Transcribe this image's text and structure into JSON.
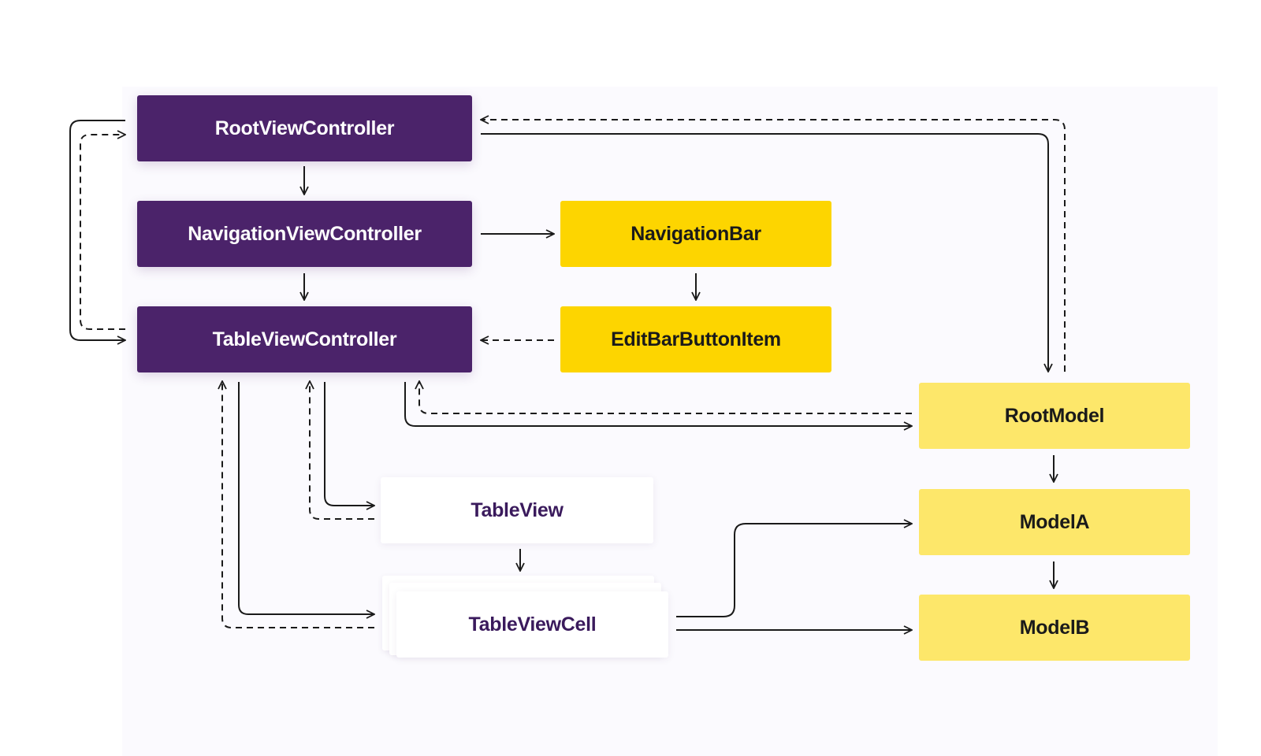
{
  "colors": {
    "controller": "#4b236a",
    "view_item": "#fdd500",
    "model": "#fde76a",
    "view": "#ffffff",
    "view_text": "#3a1a5c",
    "connector": "#1a1a1a"
  },
  "nodes": {
    "root_view_controller": "RootViewController",
    "navigation_view_controller": "NavigationViewController",
    "table_view_controller": "TableViewController",
    "navigation_bar": "NavigationBar",
    "edit_bar_button_item": "EditBarButtonItem",
    "root_model": "RootModel",
    "model_a": "ModelA",
    "model_b": "ModelB",
    "table_view": "TableView",
    "table_view_cell": "TableViewCell"
  },
  "connectors": [
    {
      "from": "RootViewController",
      "to": "NavigationViewController",
      "style": "solid"
    },
    {
      "from": "NavigationViewController",
      "to": "TableViewController",
      "style": "solid"
    },
    {
      "from": "NavigationViewController",
      "to": "NavigationBar",
      "style": "solid"
    },
    {
      "from": "NavigationBar",
      "to": "EditBarButtonItem",
      "style": "solid"
    },
    {
      "from": "EditBarButtonItem",
      "to": "TableViewController",
      "style": "dashed"
    },
    {
      "from": "RootViewController",
      "to": "TableViewController",
      "style": "solid"
    },
    {
      "from": "TableViewController",
      "to": "RootViewController",
      "style": "dashed"
    },
    {
      "from": "RootViewController",
      "to": "RootModel",
      "style": "solid"
    },
    {
      "from": "RootModel",
      "to": "RootViewController",
      "style": "dashed"
    },
    {
      "from": "TableViewController",
      "to": "RootModel",
      "style": "solid"
    },
    {
      "from": "RootModel",
      "to": "TableViewController",
      "style": "dashed"
    },
    {
      "from": "TableViewController",
      "to": "TableView",
      "style": "solid"
    },
    {
      "from": "TableView",
      "to": "TableViewController",
      "style": "dashed"
    },
    {
      "from": "TableViewController",
      "to": "TableViewCell",
      "style": "solid"
    },
    {
      "from": "TableViewCell",
      "to": "TableViewController",
      "style": "dashed"
    },
    {
      "from": "TableView",
      "to": "TableViewCell",
      "style": "solid"
    },
    {
      "from": "RootModel",
      "to": "ModelA",
      "style": "solid"
    },
    {
      "from": "ModelA",
      "to": "ModelB",
      "style": "solid"
    },
    {
      "from": "TableViewCell",
      "to": "ModelA",
      "style": "solid"
    },
    {
      "from": "TableViewCell",
      "to": "ModelB",
      "style": "solid"
    }
  ]
}
